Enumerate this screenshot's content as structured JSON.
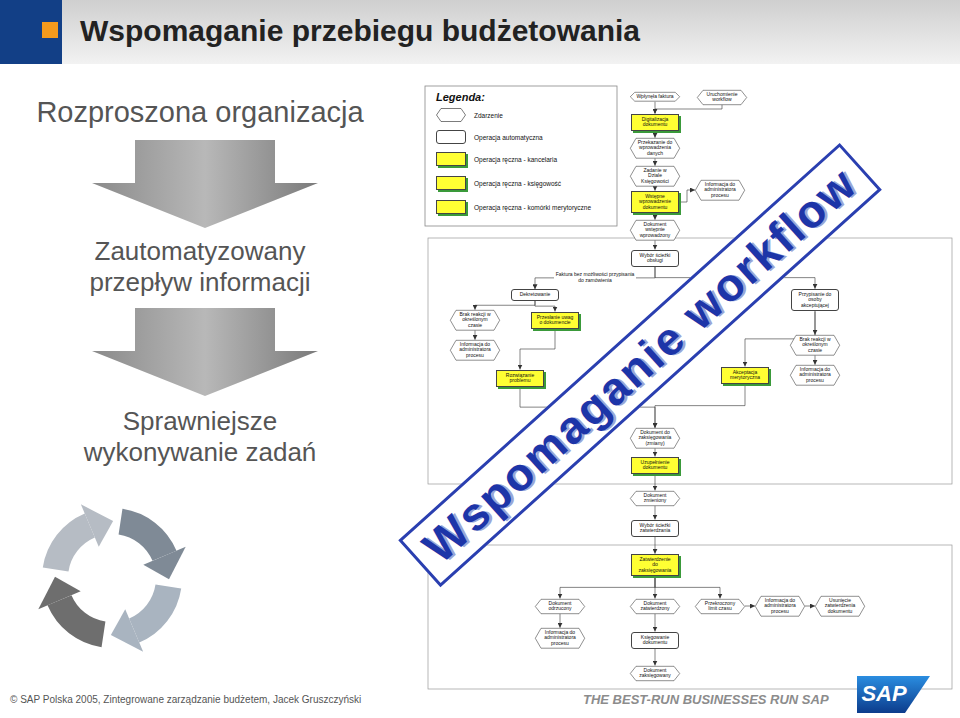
{
  "diagram": {
    "title": "Wspomaganie przebiegu budżetowania",
    "nodes": [
      {
        "text": [
          "Wpłynęła faktura"
        ]
      },
      {
        "text": [
          "Uruchomienie workflow"
        ]
      },
      {
        "text": [
          "Digitalizacja dokumentu"
        ]
      },
      {
        "text": [
          "Przekazanie do wprowadzenia danych"
        ]
      },
      {
        "text": [
          "Zadanie w Dziale Księgowości"
        ]
      },
      {
        "text": [
          "Wstępne wprowadzenie dokumentu"
        ]
      },
      {
        "text": [
          "Dokument wstępnie wprowadzony"
        ]
      },
      {
        "text": [
          "Informacja do administratora procesu"
        ]
      },
      {
        "text": [
          "Wybór ścieżki obsługi"
        ]
      },
      {
        "text": [
          "Dekretowanie"
        ]
      },
      {
        "text": [
          "Brak reakcji w określonym czasie"
        ]
      },
      {
        "text": [
          "Informacja do administratora procesu"
        ]
      },
      {
        "text": [
          "Przesłanie uwag o dokumencie"
        ]
      },
      {
        "text": [
          "Rozwiązanie problemu"
        ]
      },
      {
        "text": [
          "Przypisanie do osoby akceptującej"
        ]
      },
      {
        "text": [
          "Akceptacja merytoryczna"
        ]
      },
      {
        "text": [
          "Brak reakcji w określonym czasie"
        ]
      },
      {
        "text": [
          "Informacja do administratora procesu"
        ]
      },
      {
        "text": [
          "Dokument do zaksięgowania (zmiany)"
        ]
      },
      {
        "text": [
          "Uzupełnienie dokumentu"
        ]
      },
      {
        "text": [
          "Dokument zmieniony"
        ]
      },
      {
        "text": [
          "Wybór ścieżki zatwierdzania"
        ]
      },
      {
        "text": [
          "Zatwierdzenie do zaksięgowania"
        ]
      },
      {
        "text": [
          "Dokument odrzucony"
        ]
      },
      {
        "text": [
          "Dokument zatwierdzony"
        ]
      },
      {
        "text": [
          "Przekroczony limit czasu"
        ]
      },
      {
        "text": [
          "Informacja do administratora procesu"
        ]
      },
      {
        "text": [
          "Usunięcie zatwierdzenia dokumentu"
        ]
      },
      {
        "text": [
          "Informacja do administratora procesu"
        ]
      },
      {
        "text": [
          "Księgowanie dokumentu"
        ]
      },
      {
        "text": [
          "Dokument zaksięgowany"
        ]
      }
    ],
    "edges": [
      {
        "from": 0,
        "to": 2,
        "arrow": "to"
      },
      {
        "from": 1,
        "to": 2,
        "arrow": "to"
      },
      {
        "from": 2,
        "to": 3,
        "arrow": "to"
      },
      {
        "from": 3,
        "to": 4,
        "arrow": "to"
      },
      {
        "from": 4,
        "to": 5,
        "arrow": "to"
      },
      {
        "from": 5,
        "to": 6,
        "arrow": "to"
      },
      {
        "from": 5,
        "to": 7,
        "arrow": "to"
      },
      {
        "from": 6,
        "to": 8,
        "arrow": "to"
      },
      {
        "from": 8,
        "to": 9,
        "label": "Faktura bez możliwości przypisania do zamówienia",
        "arrow": "to"
      },
      {
        "from": 8,
        "to": 14,
        "arrow": "to"
      },
      {
        "from": 9,
        "to": 10,
        "arrow": "to"
      },
      {
        "from": 9,
        "to": 12,
        "arrow": "to"
      },
      {
        "from": 10,
        "to": 11,
        "arrow": "to"
      },
      {
        "from": 12,
        "to": 13,
        "arrow": "to"
      },
      {
        "from": 13,
        "to": 18,
        "arrow": "to"
      },
      {
        "from": 14,
        "to": 15,
        "arrow": "to"
      },
      {
        "from": 14,
        "to": 16,
        "arrow": "to"
      },
      {
        "from": 16,
        "to": 17,
        "arrow": "to"
      },
      {
        "from": 15,
        "to": 18,
        "arrow": "to"
      },
      {
        "from": 18,
        "to": 19,
        "arrow": "to"
      },
      {
        "from": 19,
        "to": 20,
        "arrow": "to"
      },
      {
        "from": 20,
        "to": 21,
        "arrow": "to"
      },
      {
        "from": 21,
        "to": 22,
        "arrow": "to"
      },
      {
        "from": 22,
        "to": 23,
        "arrow": "to"
      },
      {
        "from": 22,
        "to": 24,
        "arrow": "to"
      },
      {
        "from": 22,
        "to": 25,
        "arrow": "to"
      },
      {
        "from": 25,
        "to": 26,
        "arrow": "to"
      },
      {
        "from": 26,
        "to": 27,
        "arrow": "to"
      },
      {
        "from": 23,
        "to": 28,
        "arrow": "to"
      },
      {
        "from": 24,
        "to": 29,
        "arrow": "to"
      },
      {
        "from": 29,
        "to": 30,
        "arrow": "to"
      }
    ],
    "labels": [
      "Legenda:",
      "Rozproszona organizacja",
      "Zautomatyzowany przepływ informacji",
      "Sprawniejsze wykonywanie zadań",
      "Wspomaganie workflow",
      "© SAP Polska 2005, Zintegrowane zarządzanie budżetem, Jacek Gruszczyński",
      "THE BEST-RUN BUSINESSES RUN SAP",
      "SAP"
    ],
    "legend": [
      {
        "text": "Zdarzenie"
      },
      {
        "text": "Operacja automatyczna",
        "color": "#ffffff"
      },
      {
        "text": "Operacja ręczna - kancelaria",
        "color": "#ffff33"
      },
      {
        "text": "Operacja ręczna - księgowość",
        "color": "#ffff33"
      },
      {
        "text": "Operacja ręczna - komórki merytoryczne",
        "color": "#ffff33"
      }
    ]
  }
}
